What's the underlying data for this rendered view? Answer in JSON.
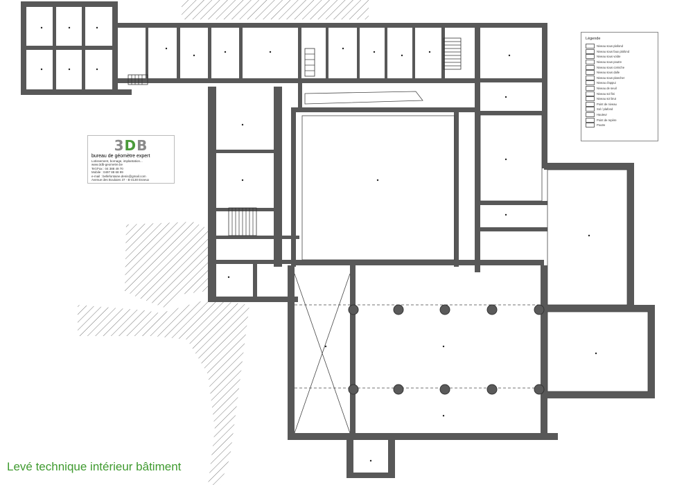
{
  "caption": "Levé technique intérieur bâtiment",
  "logo": {
    "mark": "3DB",
    "tagline": "bureau de géomètre expert",
    "lines": [
      "Lotissement, bornage, implantation...",
      "www.3db-geometre.be",
      "Tel./Fax : 04 388 49 70",
      "Mobile : 0497 88 68 99",
      "e-mail : bellefontaine.denis@gmail.com",
      "Avenue des Boulaies 37 - B-4130 Esneux"
    ],
    "colors": {
      "green": "#4a9a3a",
      "grey": "#8a8a8a",
      "black": "#222222"
    }
  },
  "legend": {
    "title": "Légende",
    "items": [
      "Niveau sous plafond",
      "Niveau sous faux plafond",
      "Niveau sous voûte",
      "Niveau sous poutre",
      "Niveau sous corniche",
      "Niveau sous dalle",
      "Niveau sous plancher",
      "Niveau d'appui",
      "Niveau de seuil",
      "Niveau sol fini",
      "Niveau sol brut",
      "Point de niveau",
      "Sol / plafond",
      "Hauteur",
      "Point de repère",
      "Poutre"
    ]
  },
  "colors": {
    "wall": "#585858",
    "caption": "#3f9a2f"
  }
}
